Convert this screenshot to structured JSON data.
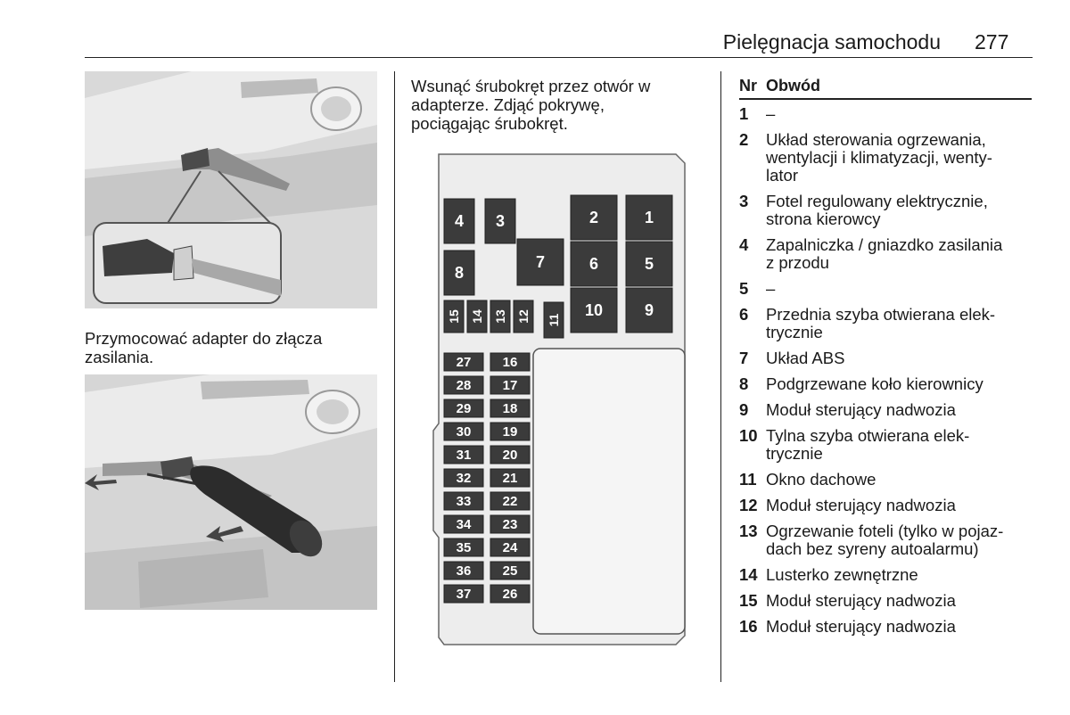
{
  "header": {
    "title": "Pielęgnacja samochodu",
    "page_number": "277"
  },
  "left_column": {
    "caption_1": "Przymocować adapter do złącza zasilania."
  },
  "middle_column": {
    "caption_line1": "Wsunąć śrubokręt przez otwór w",
    "caption_line2": "adapterze. Zdjąć pokrywę,",
    "caption_line3": "pociągając śrubokręt.",
    "fuse_labels": [
      "1",
      "2",
      "3",
      "4",
      "5",
      "6",
      "7",
      "8",
      "9",
      "10",
      "11",
      "12",
      "13",
      "14",
      "15",
      "16",
      "17",
      "18",
      "19",
      "20",
      "21",
      "22",
      "23",
      "24",
      "25",
      "26",
      "27",
      "28",
      "29",
      "30",
      "31",
      "32",
      "33",
      "34",
      "35",
      "36",
      "37"
    ]
  },
  "table": {
    "col_nr": "Nr",
    "col_circuit": "Obwód",
    "rows": [
      {
        "nr": "1",
        "line1": "–"
      },
      {
        "nr": "2",
        "line1": "Układ sterowania ogrzewania,",
        "line2": "wentylacji i klimatyzacji, wenty-",
        "line3": "lator"
      },
      {
        "nr": "3",
        "line1": "Fotel regulowany elektrycznie,",
        "line2": "strona kierowcy"
      },
      {
        "nr": "4",
        "line1": "Zapalniczka / gniazdko zasilania",
        "line2": "z przodu"
      },
      {
        "nr": "5",
        "line1": "–"
      },
      {
        "nr": "6",
        "line1": "Przednia szyba otwierana elek-",
        "line2": "trycznie"
      },
      {
        "nr": "7",
        "line1": "Układ ABS"
      },
      {
        "nr": "8",
        "line1": "Podgrzewane koło kierownicy"
      },
      {
        "nr": "9",
        "line1": "Moduł sterujący nadwozia"
      },
      {
        "nr": "10",
        "line1": "Tylna szyba otwierana elek-",
        "line2": "trycznie"
      },
      {
        "nr": "11",
        "line1": "Okno dachowe"
      },
      {
        "nr": "12",
        "line1": "Moduł sterujący nadwozia"
      },
      {
        "nr": "13",
        "line1": "Ogrzewanie foteli (tylko w pojaz-",
        "line2": "dach bez syreny autoalarmu)"
      },
      {
        "nr": "14",
        "line1": "Lusterko zewnętrzne"
      },
      {
        "nr": "15",
        "line1": "Moduł sterujący nadwozia"
      },
      {
        "nr": "16",
        "line1": "Moduł sterujący nadwozia"
      }
    ]
  }
}
